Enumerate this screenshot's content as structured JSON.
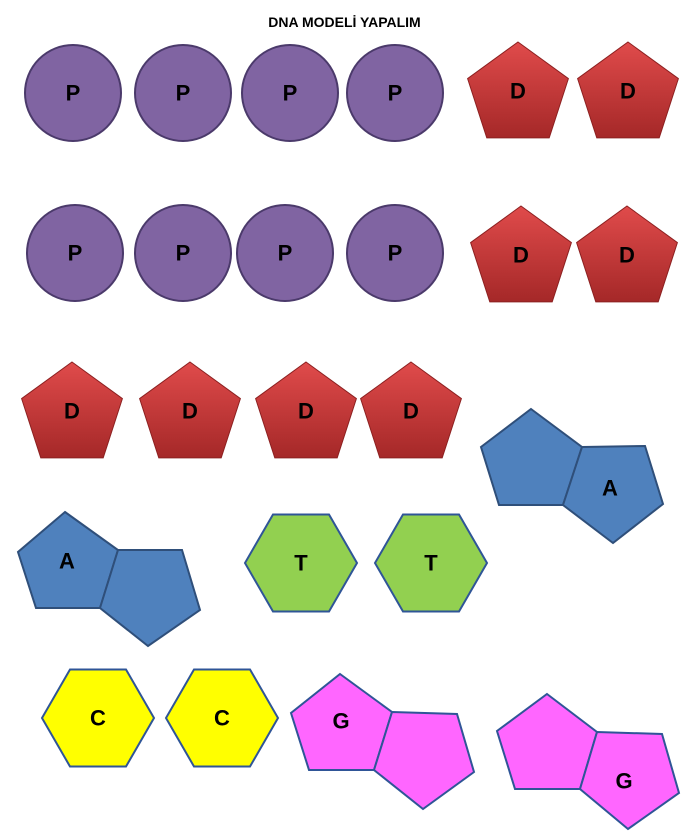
{
  "title": "DNA MODELİ YAPALIM",
  "colors": {
    "phosphate_fill": "#8064A2",
    "phosphate_stroke": "#4B3A6B",
    "sugar_top": "#E04B4B",
    "sugar_bottom": "#A52828",
    "sugar_stroke": "#8C2020",
    "purine_blue": "#4F81BD",
    "purine_blue_stroke": "#2F4F7A",
    "thymine_green": "#92D050",
    "cytosine_yellow": "#FFFF00",
    "hex_stroke": "#2F5597",
    "guanine_pink": "#FF66FF",
    "pink_stroke": "#2F5597"
  },
  "labels": {
    "phosphate": "P",
    "sugar": "D",
    "adenine": "A",
    "thymine": "T",
    "cytosine": "C",
    "guanine": "G"
  }
}
